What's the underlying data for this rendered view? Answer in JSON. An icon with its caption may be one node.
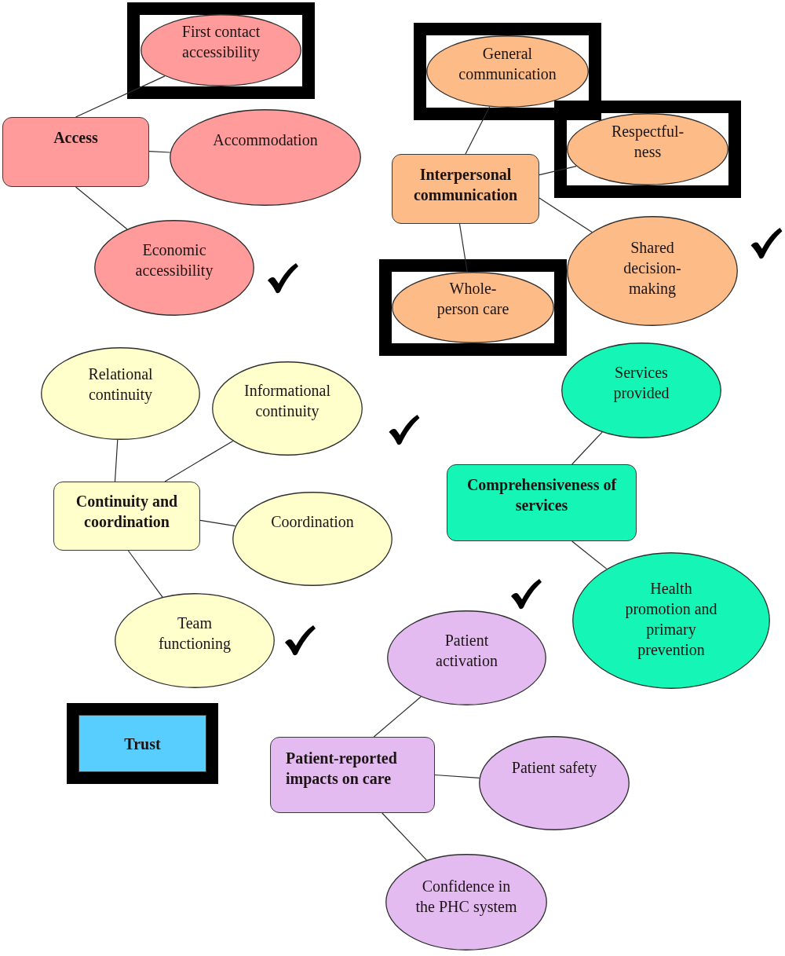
{
  "diagram": {
    "nodes": [
      {
        "text": [
          "Access"
        ]
      },
      {
        "text": [],
        "shape": "box"
      },
      {
        "text": [
          "First contact accessibility"
        ],
        "in": 1
      },
      {
        "text": [
          "Accommodation"
        ]
      },
      {
        "text": [
          "Economic accessibility"
        ]
      },
      {
        "text": [
          "Interpersonal communication"
        ]
      },
      {
        "text": [],
        "shape": "box"
      },
      {
        "text": [
          "General communication"
        ],
        "in": 6
      },
      {
        "text": [],
        "shape": "box"
      },
      {
        "text": [
          "Respectful-ness"
        ],
        "in": 8
      },
      {
        "text": [
          "Shared decision-making"
        ]
      },
      {
        "text": [],
        "shape": "box"
      },
      {
        "text": [
          "Whole-person care"
        ],
        "in": 11
      },
      {
        "text": [
          "Continuity and coordination"
        ]
      },
      {
        "text": [
          "Relational continuity"
        ]
      },
      {
        "text": [
          "Informational continuity"
        ]
      },
      {
        "text": [
          "Coordination"
        ]
      },
      {
        "text": [
          "Team functioning"
        ]
      },
      {
        "text": [
          "Comprehensiveness of services"
        ]
      },
      {
        "text": [
          "Services provided"
        ]
      },
      {
        "text": [
          "Health promotion and primary prevention"
        ]
      },
      {
        "text": [],
        "shape": "box"
      },
      {
        "text": [
          "Trust"
        ],
        "in": 21
      },
      {
        "text": [
          "Patient-reported impacts on care"
        ]
      },
      {
        "text": [
          "Patient activation"
        ]
      },
      {
        "text": [
          "Patient safety"
        ]
      },
      {
        "text": [
          "Confidence in the PHC system"
        ]
      }
    ],
    "edges": [
      {
        "from": 0,
        "to": 2,
        "arrow": "none"
      },
      {
        "from": 0,
        "to": 3,
        "arrow": "none"
      },
      {
        "from": 0,
        "to": 4,
        "arrow": "none"
      },
      {
        "from": 5,
        "to": 7,
        "arrow": "none"
      },
      {
        "from": 5,
        "to": 9,
        "arrow": "none"
      },
      {
        "from": 5,
        "to": 10,
        "arrow": "none"
      },
      {
        "from": 5,
        "to": 12,
        "arrow": "none"
      },
      {
        "from": 13,
        "to": 14,
        "arrow": "none"
      },
      {
        "from": 13,
        "to": 15,
        "arrow": "none"
      },
      {
        "from": 13,
        "to": 16,
        "arrow": "none"
      },
      {
        "from": 13,
        "to": 17,
        "arrow": "none"
      },
      {
        "from": 18,
        "to": 19,
        "arrow": "none"
      },
      {
        "from": 18,
        "to": 20,
        "arrow": "none"
      },
      {
        "from": 23,
        "to": 24,
        "arrow": "none"
      },
      {
        "from": 23,
        "to": 25,
        "arrow": "none"
      },
      {
        "from": 23,
        "to": 26,
        "arrow": "none"
      }
    ]
  }
}
